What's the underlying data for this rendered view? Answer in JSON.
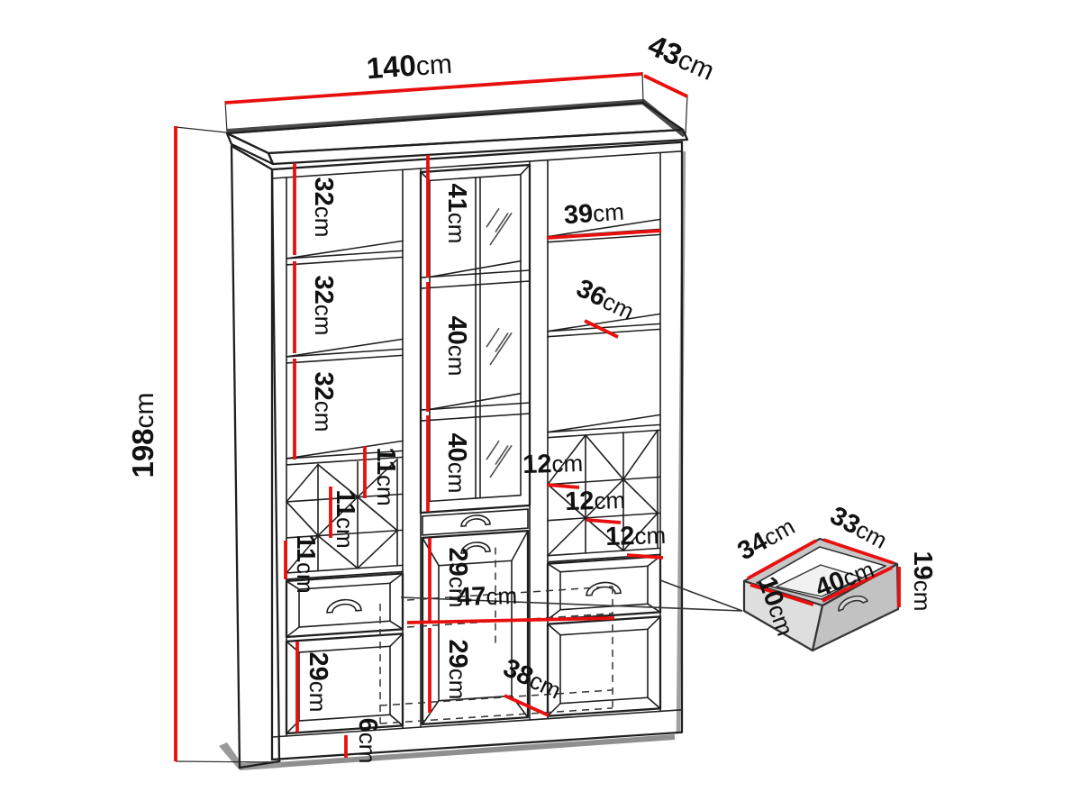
{
  "unit_suffix": "cm",
  "colors": {
    "dimension_red": "#e8100e",
    "line_black": "#1f1f1f",
    "shadow_gray": "#8f8f8f"
  },
  "overall": {
    "width": "140",
    "depth": "43",
    "height": "198"
  },
  "left_column": {
    "shelf_sections": [
      "32",
      "32",
      "32"
    ],
    "wine_rack_rows": [
      "11",
      "11",
      "11"
    ],
    "door_height": "29",
    "plinth_height": "6"
  },
  "middle_column": {
    "glass_sections": [
      "41",
      "40",
      "40"
    ],
    "upper_section": "29",
    "interior_width": "47",
    "lower_section": "29",
    "bottom_shelf_width": "38"
  },
  "right_column": {
    "top_shelf_width": "39",
    "second_shelf_width": "36",
    "wine_rack_rows": [
      "12",
      "12",
      "12"
    ]
  },
  "drawer_detail": {
    "side_depth": "34",
    "back_width": "33",
    "front_height": "19",
    "side_height": "10",
    "front_width": "40"
  }
}
